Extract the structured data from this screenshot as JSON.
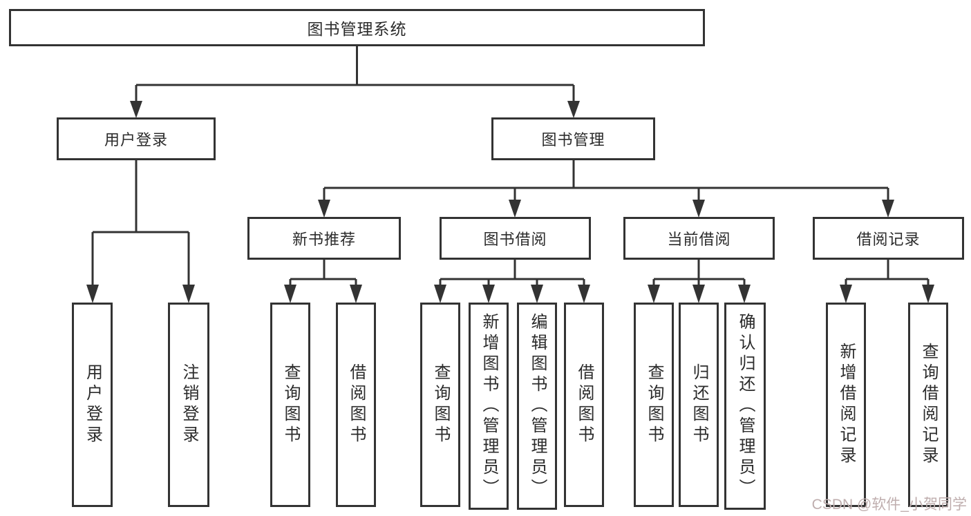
{
  "tree": {
    "root": {
      "label": "图书管理系统"
    },
    "user_branch": {
      "label": "用户登录",
      "children": [
        {
          "label": "用户登录"
        },
        {
          "label": "注销登录"
        }
      ]
    },
    "book_branch": {
      "label": "图书管理",
      "groups": [
        {
          "label": "新书推荐",
          "children": [
            {
              "label": "查询图书"
            },
            {
              "label": "借阅图书"
            }
          ]
        },
        {
          "label": "图书借阅",
          "children": [
            {
              "label": "查询图书"
            },
            {
              "label": "新增图书（管理员）"
            },
            {
              "label": "编辑图书（管理员）"
            },
            {
              "label": "借阅图书"
            }
          ]
        },
        {
          "label": "当前借阅",
          "children": [
            {
              "label": "查询图书"
            },
            {
              "label": "归还图书"
            },
            {
              "label": "确认归还（管理员）"
            }
          ]
        },
        {
          "label": "借阅记录",
          "children": [
            {
              "label": "新增借阅记录"
            },
            {
              "label": "查询借阅记录"
            }
          ]
        }
      ]
    }
  },
  "watermark": {
    "text": "CSDN @软件_小贺同学"
  },
  "colors": {
    "line": "#333333",
    "box_border": "#333333",
    "box_bg": "#ffffff",
    "text": "#2b2b2b",
    "watermark": "#bfaeae"
  }
}
